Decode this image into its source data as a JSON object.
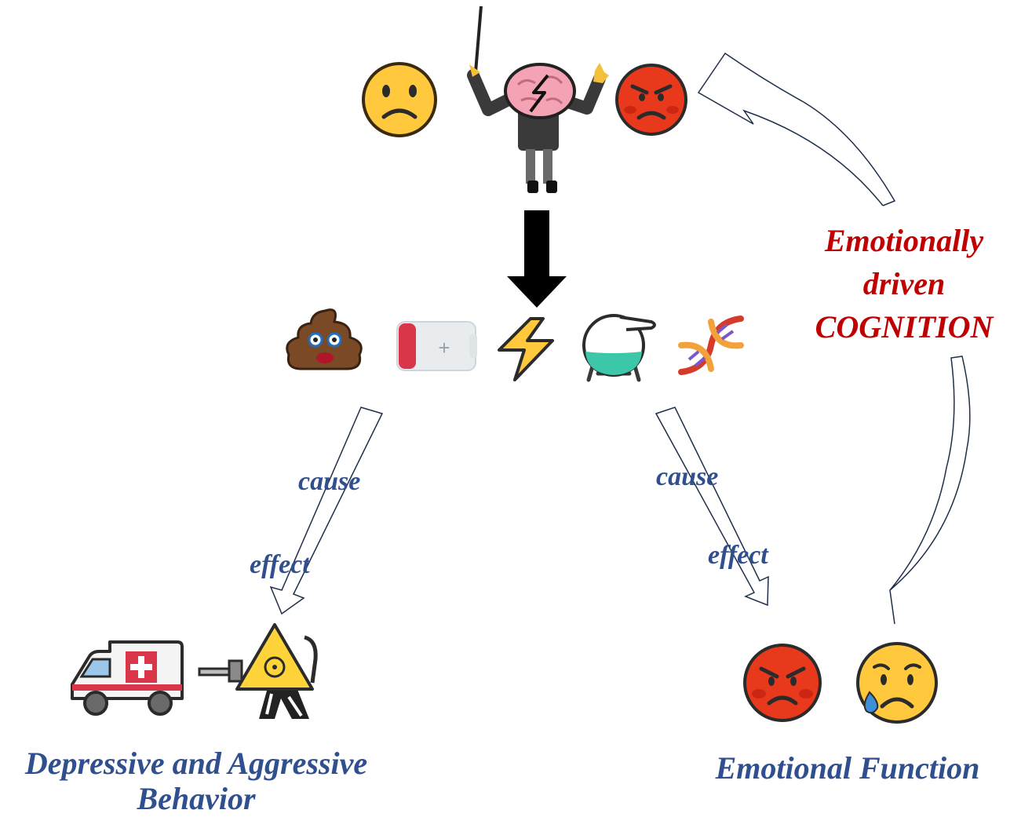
{
  "labels": {
    "left_cause": "cause",
    "left_effect": "effect",
    "right_cause": "cause",
    "right_effect": "effect",
    "cognition_line1": "Emotionally",
    "cognition_line2": "driven",
    "cognition_line3": "COGNITION",
    "left_outcome_line1": "Depressive and Aggressive",
    "left_outcome_line2": "Behavior",
    "right_outcome": "Emotional Function"
  },
  "icons": {
    "top_row": [
      "slightly-frowning-face-icon",
      "brain-conductor-icon",
      "angry-face-icon"
    ],
    "middle_row": [
      "poo-icon",
      "low-battery-icon",
      "lightning-icon",
      "flask-icon",
      "dna-icon"
    ],
    "left_outcome": [
      "ambulance-icon",
      "biohazard-creature-icon"
    ],
    "right_outcome": [
      "angry-face-icon",
      "crying-face-icon"
    ]
  },
  "colors": {
    "label_blue": "#2F4F8F",
    "cognition_red": "#C00000",
    "face_yellow": "#FFC83D",
    "face_red": "#E8391C"
  }
}
